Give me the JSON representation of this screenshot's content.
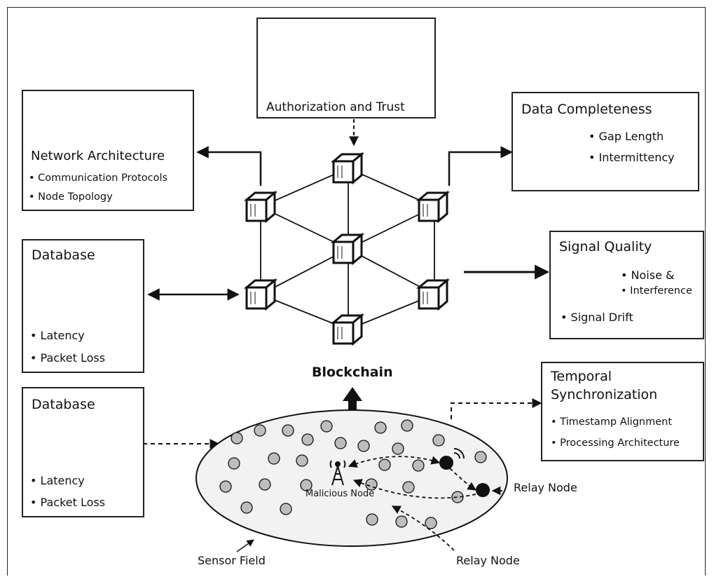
{
  "authorization": {
    "title": "Authorization and Trust"
  },
  "network": {
    "title": "Network Architecture",
    "bullets": [
      "Communication Protocols",
      "Node Topology"
    ]
  },
  "completeness": {
    "title": "Data Completeness",
    "bullets": [
      "Gap Length",
      "Intermittency"
    ]
  },
  "database1": {
    "title": "Database",
    "bullets": [
      "Latency",
      "Packet Loss"
    ]
  },
  "signal": {
    "title": "Signal Quality",
    "bullet1": "Noise &",
    "bullet2": "Interference",
    "bullet3": "Signal Drift"
  },
  "blockchain": {
    "label": "Blockchain"
  },
  "database2": {
    "title": "Database",
    "bullets": [
      "Latency",
      "Packet Loss"
    ]
  },
  "temporal": {
    "title_line1": "Temporal",
    "title_line2": "Synchronization",
    "bullets": [
      "Timestamp Alignment",
      "Processing Architecture"
    ]
  },
  "field": {
    "malicious": "Malicious Node",
    "relay1": "Relay Node",
    "relay2": "Relay Node",
    "sensor": "Sensor Field"
  }
}
